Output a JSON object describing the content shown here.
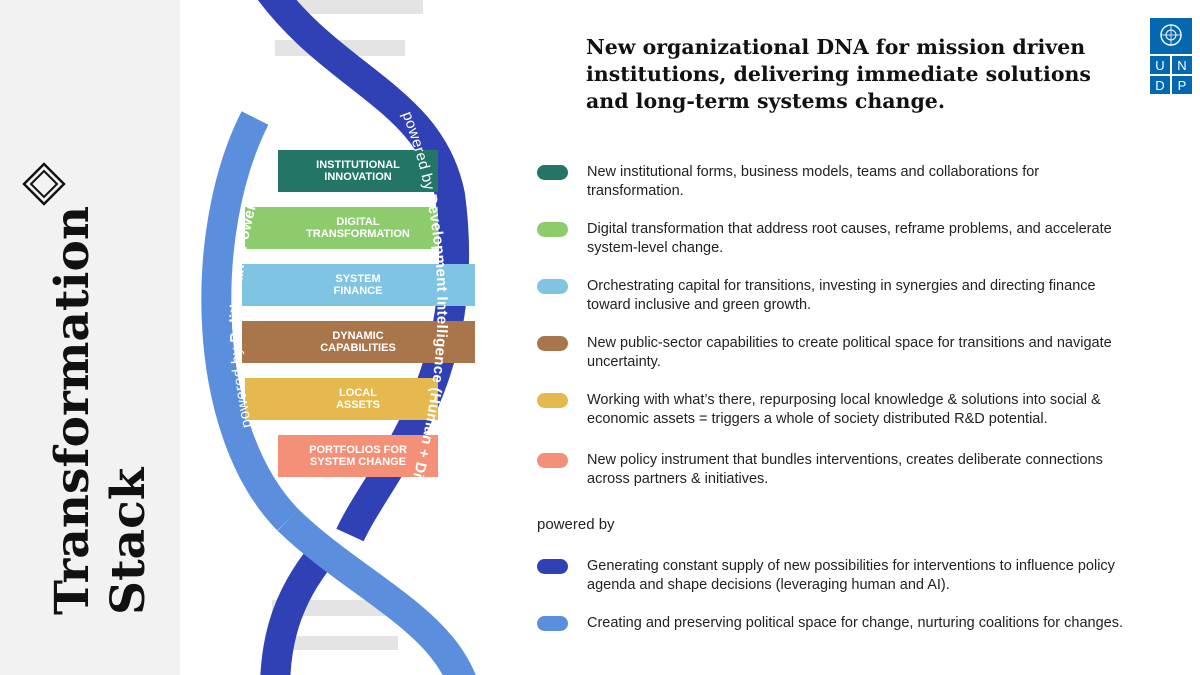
{
  "side_title": {
    "line1": "Transformation",
    "line2": "Stack"
  },
  "headline": "New organizational DNA for mission driven institutions, delivering immediate solutions and long-term systems change.",
  "logo": {
    "letters": [
      "U",
      "N",
      "D",
      "P"
    ],
    "emblem": "un-emblem-icon",
    "color": "#0468b1"
  },
  "helix": {
    "dark_strand_color": "#2f41b5",
    "light_strand_color": "#5b8fdd",
    "left_label": {
      "prefix": "powered by ",
      "bold": "Politics and Power"
    },
    "right_label": {
      "prefix": "powered by ",
      "bold": "Development Intelligence (Human + Digital)"
    }
  },
  "bars": [
    {
      "line1": "INSTITUTIONAL",
      "line2": "INNOVATION",
      "color": "#237565"
    },
    {
      "line1": "DIGITAL",
      "line2": "TRANSFORMATION",
      "color": "#8dcc6d"
    },
    {
      "line1": "SYSTEM",
      "line2": "FINANCE",
      "color": "#7fc5e3"
    },
    {
      "line1": "DYNAMIC",
      "line2": "CAPABILITIES",
      "color": "#a9764c"
    },
    {
      "line1": "LOCAL",
      "line2": "ASSETS",
      "color": "#e6b94e"
    },
    {
      "line1": "PORTFOLIOS FOR",
      "line2": "SYSTEM CHANGE",
      "color": "#f39077"
    }
  ],
  "legend": [
    {
      "color": "#237565",
      "text": "New institutional forms, business models, teams and collaborations for transformation."
    },
    {
      "color": "#8dcc6d",
      "text": "Digital transformation that address root causes, reframe problems, and accelerate system-level change."
    },
    {
      "color": "#7fc5e3",
      "text": "Orchestrating capital for transitions, investing in synergies and directing finance toward inclusive and green growth."
    },
    {
      "color": "#a9764c",
      "text": "New public-sector capabilities to create political space for transitions and navigate uncertainty."
    },
    {
      "color": "#e6b94e",
      "text": "Working with what’s there, repurposing local knowledge & solutions into social & economic assets = triggers a whole of society distributed R&D potential."
    },
    {
      "color": "#f39077",
      "text": "New policy instrument that bundles interventions, creates deliberate connections across partners & initiatives."
    }
  ],
  "powered_by_label": "powered by",
  "powered_legend": [
    {
      "color": "#2f41b5",
      "text": "Generating constant supply of new possibilities for interventions to influence policy agenda and shape decisions (leveraging human and AI)."
    },
    {
      "color": "#5b8fdd",
      "text": "Creating and preserving political space for change, nurturing coalitions for changes."
    }
  ]
}
